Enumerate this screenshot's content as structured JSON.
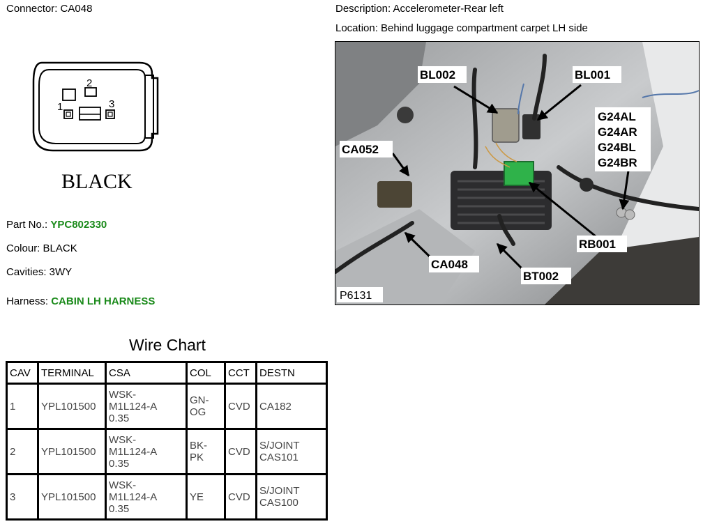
{
  "header": {
    "connector_label": "Connector: CA048",
    "description_label": "Description: Accelerometer-Rear left",
    "location_label": "Location: Behind luggage compartment carpet LH side"
  },
  "connector_diagram": {
    "color_text": "BLACK",
    "pin_labels": [
      "1",
      "2",
      "3"
    ]
  },
  "details": {
    "part_no_label": "Part No.:",
    "part_no_value": "YPC802330",
    "colour": "Colour: BLACK",
    "cavities": "Cavities: 3WY",
    "harness_label": "Harness:",
    "harness_value": "CABIN LH HARNESS",
    "link_color": "#1a8a1a"
  },
  "wire_chart": {
    "title": "Wire Chart",
    "headers": [
      "CAV",
      "TERMINAL",
      "CSA",
      "COL",
      "CCT",
      "DESTN"
    ],
    "rows": [
      [
        "1",
        "YPL101500",
        "WSK-\nM1L124-A\n0.35",
        "GN-\nOG",
        "CVD",
        "CA182"
      ],
      [
        "2",
        "YPL101500",
        "WSK-\nM1L124-A\n0.35",
        "BK-\nPK",
        "CVD",
        "S/JOINT\nCAS101"
      ],
      [
        "3",
        "YPL101500",
        "WSK-\nM1L124-A\n0.35",
        "YE",
        "CVD",
        "S/JOINT\nCAS100"
      ]
    ]
  },
  "photo": {
    "callouts": {
      "bl002": "BL002",
      "bl001": "BL001",
      "g24al": "G24AL",
      "g24ar": "G24AR",
      "g24bl": "G24BL",
      "g24br": "G24BR",
      "ca052": "CA052",
      "rb001": "RB001",
      "ca048": "CA048",
      "bt002": "BT002"
    },
    "ref": "P6131"
  }
}
